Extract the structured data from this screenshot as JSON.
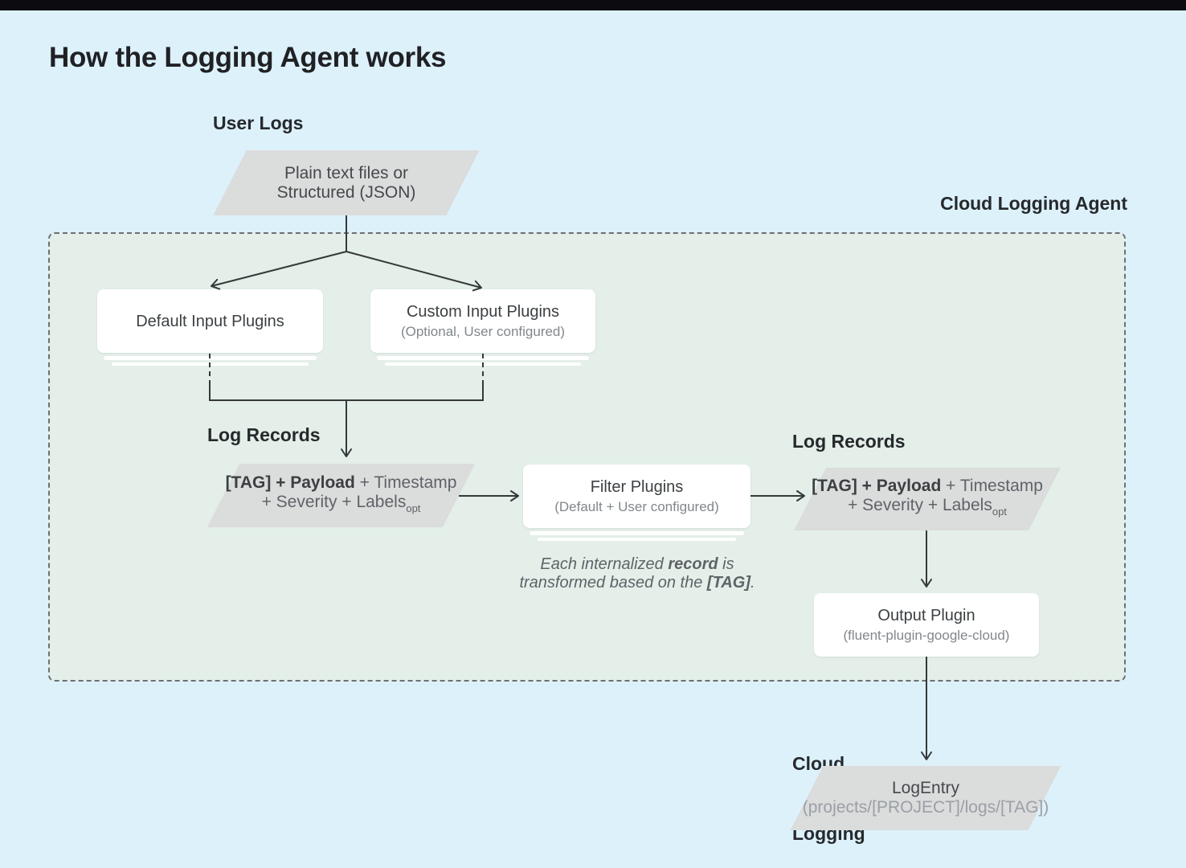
{
  "page": {
    "title": "How the Logging Agent works"
  },
  "labels": {
    "user_logs": "User Logs",
    "cloud_logging_agent": "Cloud Logging Agent",
    "log_records_left": "Log Records",
    "log_records_right": "Log Records",
    "cloud_logging_line1": "Cloud",
    "cloud_logging_line2": "Logging"
  },
  "nodes": {
    "user_logs_source": {
      "line1": "Plain text files or",
      "line2": "Structured (JSON)"
    },
    "default_input_plugins": {
      "title": "Default Input Plugins"
    },
    "custom_input_plugins": {
      "title": "Custom Input Plugins",
      "subtitle": "(Optional, User configured)"
    },
    "log_record_left": {
      "bold": "[TAG] + Payload",
      "tail": " + Timestamp",
      "line2": "+ Severity + Labels",
      "sub": "opt"
    },
    "filter_plugins": {
      "title": "Filter Plugins",
      "subtitle": "(Default + User configured)"
    },
    "log_record_right": {
      "bold": "[TAG] + Payload",
      "tail": " + Timestamp",
      "line2": "+ Severity + Labels",
      "sub": "opt"
    },
    "output_plugin": {
      "title": "Output Plugin",
      "subtitle": "(fluent-plugin-google-cloud)"
    },
    "log_entry": {
      "title": "LogEntry",
      "subtitle": "(projects/[PROJECT]/logs/[TAG])"
    }
  },
  "note": {
    "line1_pre": "Each internalized ",
    "line1_bold": "record",
    "line1_post": " is",
    "line2_pre": "transformed based on the ",
    "line2_bold": "[TAG]",
    "line2_post": "."
  },
  "colors": {
    "background": "#ddf1fb",
    "topbar": "#0b0b10",
    "agent_region_fill": "#e3efe8",
    "agent_region_border": "#6b7075",
    "shape_gray": "#dbdcdc",
    "node_white": "#ffffff",
    "text_dark": "#3c4043",
    "text_gray": "#5f6368",
    "text_light": "#82878b",
    "connector": "#36383a"
  }
}
